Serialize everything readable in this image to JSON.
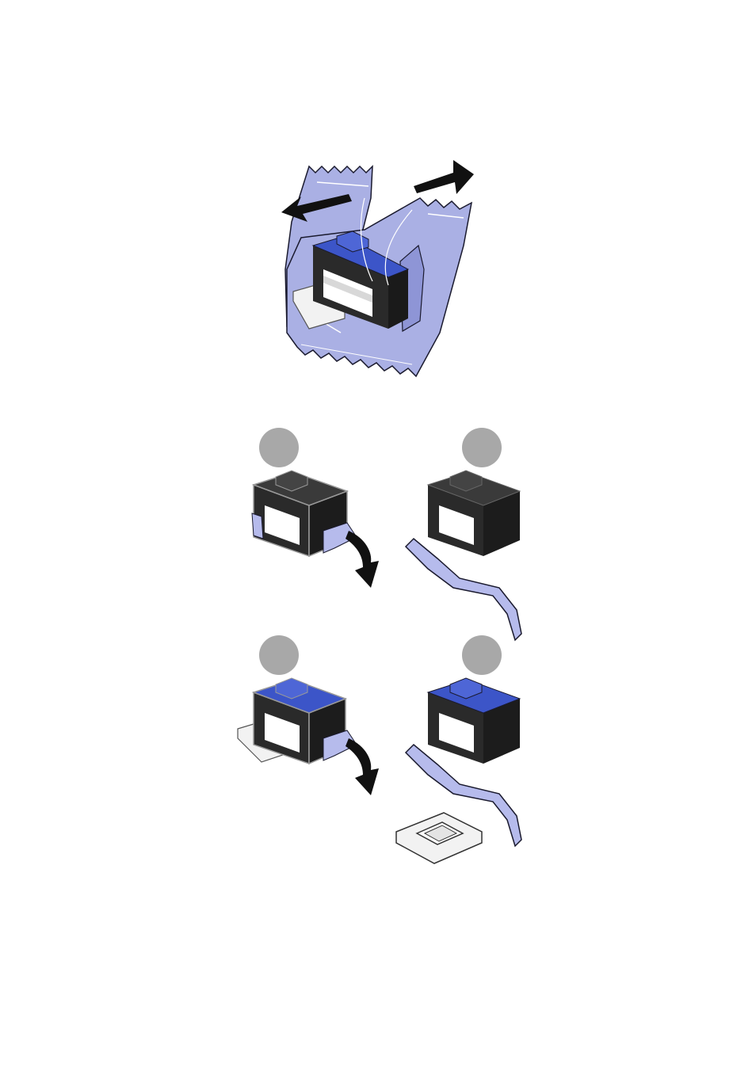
{
  "page": {
    "background": "#ffffff"
  },
  "colors": {
    "wrapper": "#aab0e4",
    "wrapper_dark": "#8e95d6",
    "tape": "#b6bbec",
    "tape_edge": "#1a1a2e",
    "cartridge_black": "#2a2a2a",
    "cartridge_black_top": "#3a3a3a",
    "cartridge_color_top": "#3c55c8",
    "label_white": "#ffffff",
    "step_circle": "#a8a8a8",
    "arrow": "#111111",
    "stopper": "#f2f2f2"
  },
  "figures": {
    "unwrap": {
      "icon": "cartridge-unwrap-illustration"
    },
    "steps": [
      {
        "icon": "black-cartridge-pull-tape-illustration",
        "cartridge": "black"
      },
      {
        "icon": "black-cartridge-tape-removed-illustration",
        "cartridge": "black"
      },
      {
        "icon": "color-cartridge-pull-tape-illustration",
        "cartridge": "color"
      },
      {
        "icon": "color-cartridge-tape-and-stopper-removed-illustration",
        "cartridge": "color"
      }
    ]
  }
}
